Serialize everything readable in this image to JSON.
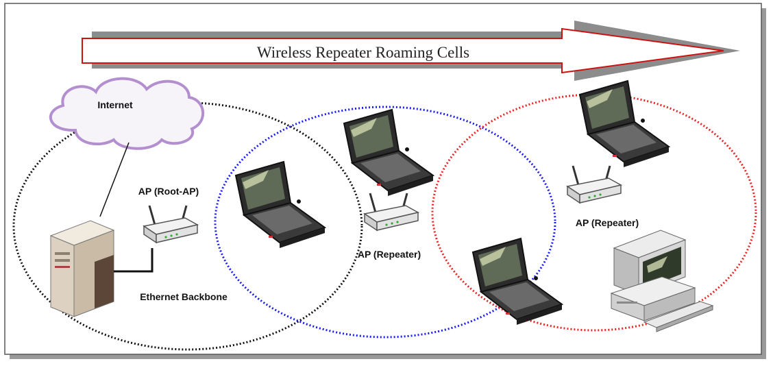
{
  "title": "Wireless Repeater Roaming Cells",
  "labels": {
    "internet": "Internet",
    "root_ap": "AP (Root-AP)",
    "repeater_ap_middle": "AP (Repeater)",
    "repeater_ap_right": "AP (Repeater)",
    "ethernet_backbone": "Ethernet Backbone"
  },
  "colors": {
    "cell_root": "#111111",
    "cell_repeater_middle": "#1a1aff",
    "cell_repeater_right": "#ee2222",
    "arrow_outline": "#cc1111",
    "arrow_shadow": "#888888",
    "cloud_outline": "#b38fcf"
  },
  "icons": {
    "server": "server-tower-icon",
    "access_point": "wireless-access-point-icon",
    "laptop": "laptop-icon",
    "desktop": "desktop-computer-icon",
    "cloud": "internet-cloud-icon"
  }
}
